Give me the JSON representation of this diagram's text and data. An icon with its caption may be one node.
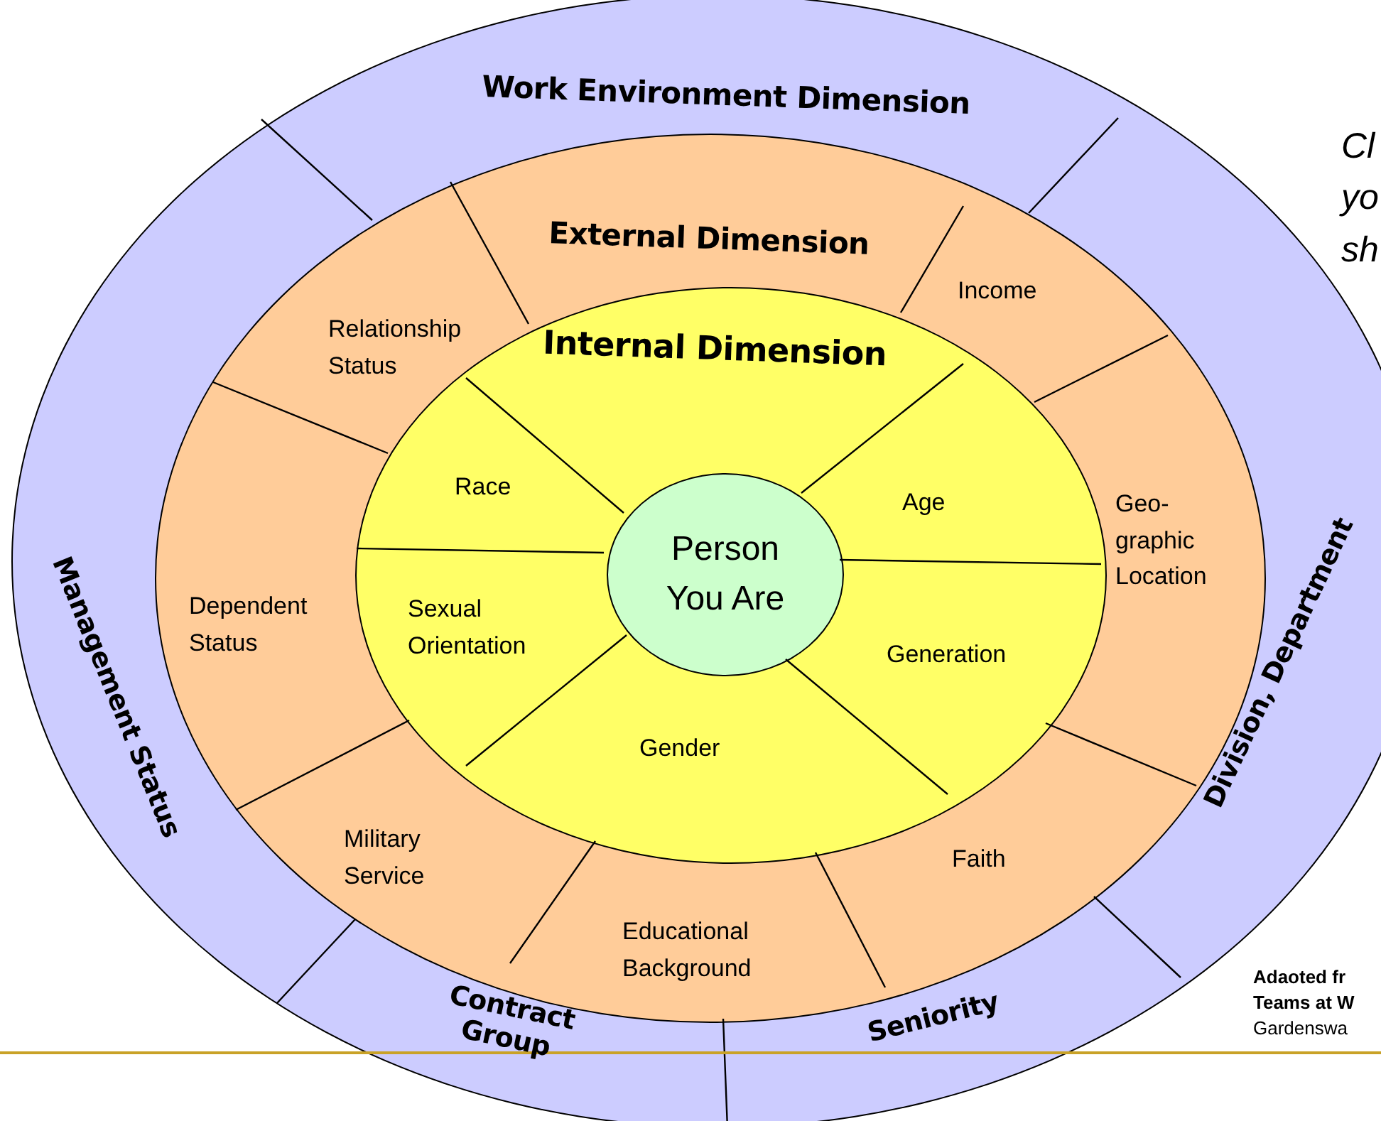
{
  "diagram": {
    "nodes": [
      {
        "text": [
          "Work Environment Dimension"
        ]
      },
      {
        "text": [
          "Management Status"
        ],
        "in": 0
      },
      {
        "text": [
          "Contract Group"
        ],
        "in": 0
      },
      {
        "text": [
          "Seniority"
        ],
        "in": 0
      },
      {
        "text": [
          "Division, Department"
        ],
        "in": 0
      },
      {
        "text": [
          "External Dimension"
        ],
        "in": 0
      },
      {
        "text": [
          "Relationship Status"
        ],
        "in": 5
      },
      {
        "text": [
          "Income"
        ],
        "in": 5
      },
      {
        "text": [
          "Geo- graphic Location"
        ],
        "in": 5
      },
      {
        "text": [
          "Dependent Status"
        ],
        "in": 5
      },
      {
        "text": [
          "Military Service"
        ],
        "in": 5
      },
      {
        "text": [
          "Educational Background"
        ],
        "in": 5
      },
      {
        "text": [
          "Faith"
        ],
        "in": 5
      },
      {
        "text": [
          "Internal Dimension"
        ],
        "in": 5
      },
      {
        "text": [
          "Race"
        ],
        "in": 13
      },
      {
        "text": [
          "Age"
        ],
        "in": 13
      },
      {
        "text": [
          "Sexual Orientation"
        ],
        "in": 13
      },
      {
        "text": [
          "Generation"
        ],
        "in": 13
      },
      {
        "text": [
          "Gender"
        ],
        "in": 13
      },
      {
        "text": [
          "Person You Are"
        ],
        "in": 13
      }
    ],
    "edges": [],
    "labels": [
      "Cl yo sh",
      "Adaoted fr Teams at W",
      "Gardenswa"
    ]
  }
}
